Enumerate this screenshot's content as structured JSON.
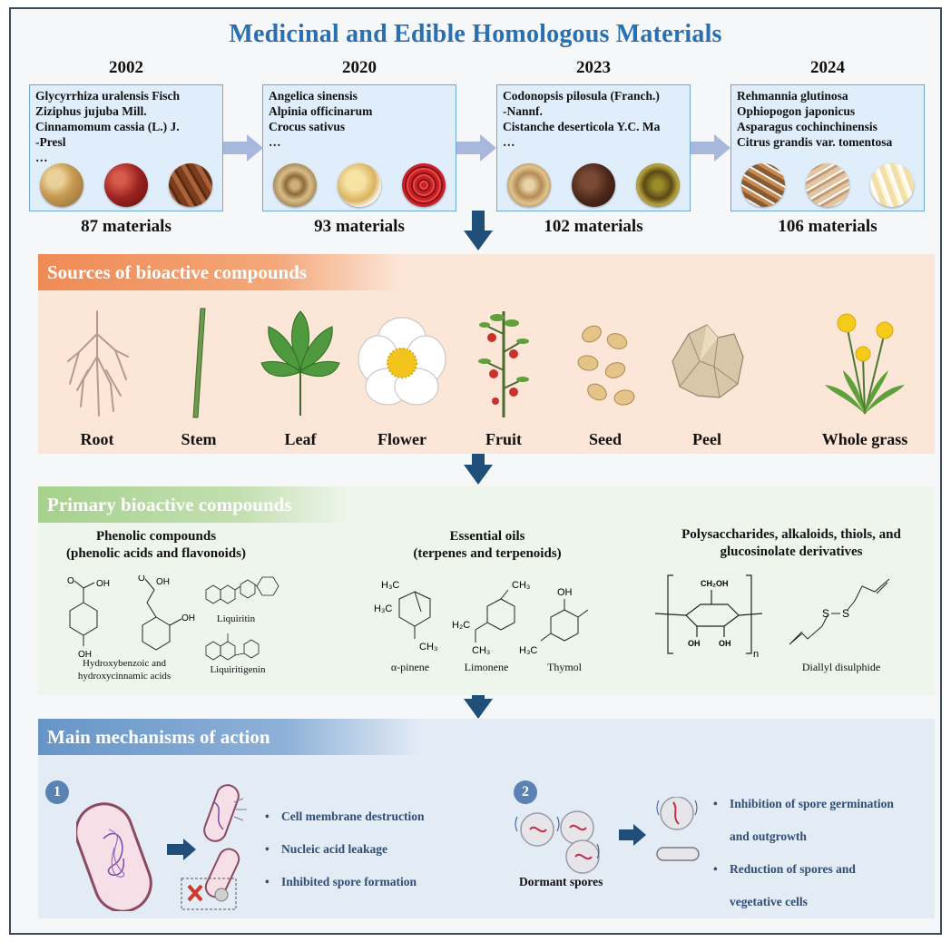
{
  "title": "Medicinal and Edible Homologous Materials",
  "timeline": [
    {
      "year": "2002",
      "names": [
        "Glycyrrhiza uralensis Fisch",
        "Ziziphus jujuba Mill.",
        "Cinnamomum cassia (L.) J.",
        "-Presl",
        "…"
      ],
      "count": "87 materials"
    },
    {
      "year": "2020",
      "names": [
        "Angelica sinensis",
        "Alpinia officinarum",
        "Crocus sativus",
        "…"
      ],
      "count": "93 materials"
    },
    {
      "year": "2023",
      "names": [
        "Codonopsis pilosula (Franch.)",
        "-Nannf.",
        "Cistanche deserticola Y.C. Ma",
        "…"
      ],
      "count": "102 materials"
    },
    {
      "year": "2024",
      "names": [
        "Rehmannia glutinosa",
        "Ophiopogon japonicus",
        "Asparagus cochinchinensis",
        "Citrus grandis var. tomentosa"
      ],
      "count": "106 materials"
    }
  ],
  "sources": {
    "title": "Sources of bioactive compounds",
    "items": [
      "Root",
      "Stem",
      "Leaf",
      "Flower",
      "Fruit",
      "Seed",
      "Peel",
      "Whole grass"
    ]
  },
  "compounds": {
    "title": "Primary bioactive compounds",
    "groups": [
      {
        "title_line1": "Phenolic compounds",
        "title_line2": "(phenolic acids and flavonoids)",
        "molecules": [
          "Hydroxybenzoic and",
          "hydroxycinnamic acids",
          "Liquiritin",
          "Liquiritigenin"
        ]
      },
      {
        "title_line1": "Essential oils",
        "title_line2": "(terpenes and terpenoids)",
        "molecules": [
          "α-pinene",
          "Limonene",
          "Thymol"
        ]
      },
      {
        "title_line1": "Polysaccharides, alkaloids, thiols, and",
        "title_line2": "glucosinolate derivatives",
        "molecules": [
          "Diallyl disulphide"
        ]
      }
    ]
  },
  "mechanisms": {
    "title": "Main mechanisms of action",
    "groups": [
      {
        "number": "1",
        "items": [
          "Cell membrane destruction",
          "Nucleic acid leakage",
          "Inhibited spore formation"
        ]
      },
      {
        "number": "2",
        "label": "Dormant spores",
        "items": [
          "Inhibition of spore germination",
          "and outgrowth",
          "Reduction of spores and",
          "vegetative cells"
        ]
      }
    ]
  },
  "colors": {
    "title": "#2a6fb0",
    "sources_bar": "#ef8a55",
    "compounds_bar": "#a6d18d",
    "mechanisms_bar": "#6795c7",
    "arrow": "#1f4e79",
    "timeline_arrow": "#a8b8dc"
  }
}
